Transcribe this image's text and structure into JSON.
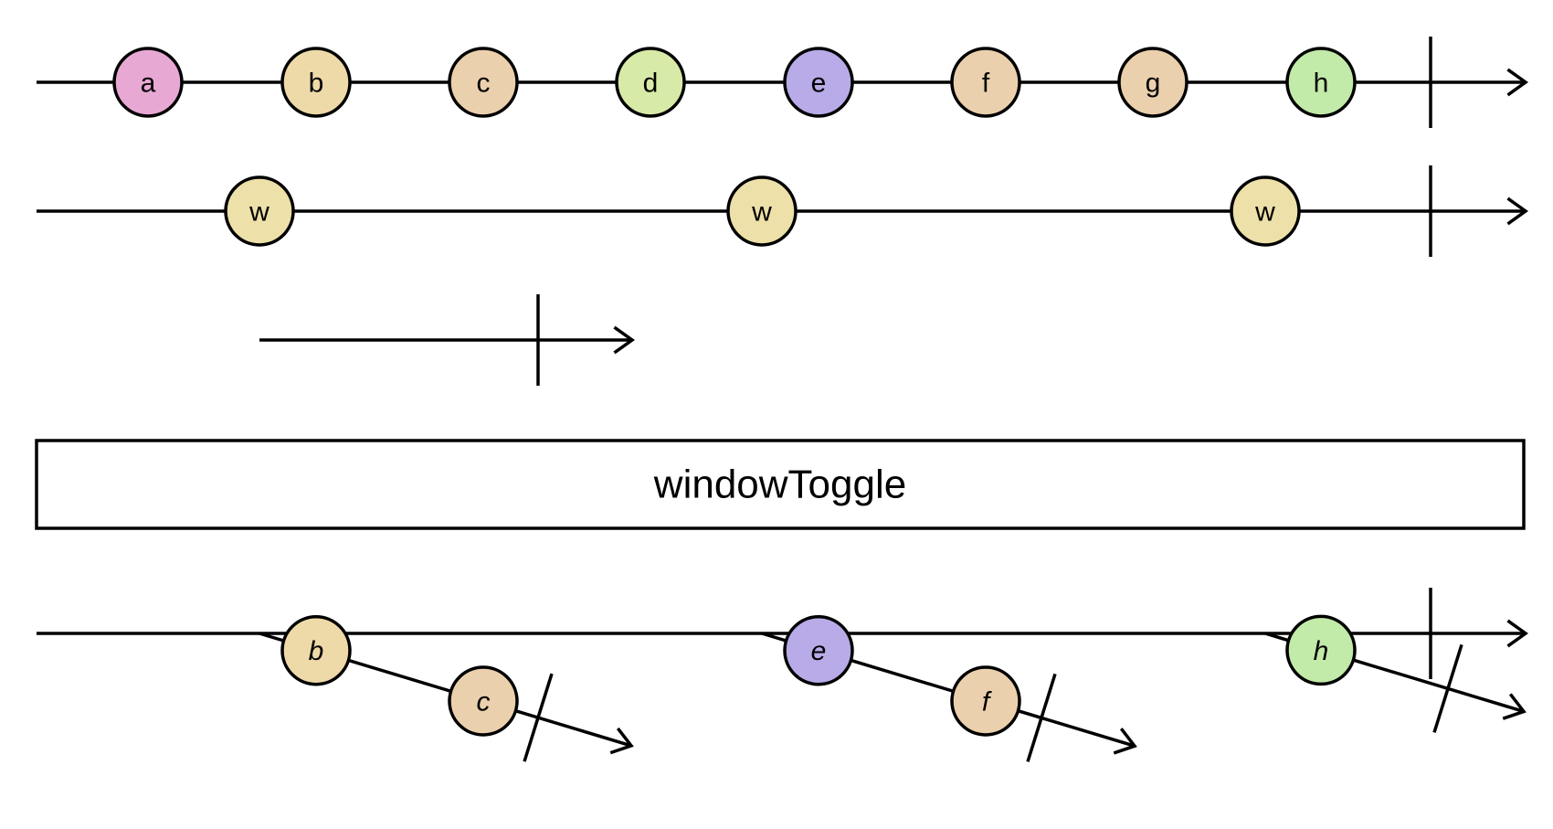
{
  "operator": {
    "label": "windowToggle"
  },
  "source": {
    "marbles": [
      {
        "label": "a",
        "color": "#e8a8d4"
      },
      {
        "label": "b",
        "color": "#eedaa8"
      },
      {
        "label": "c",
        "color": "#ebd0ad"
      },
      {
        "label": "d",
        "color": "#d8eaa8"
      },
      {
        "label": "e",
        "color": "#b8abe8"
      },
      {
        "label": "f",
        "color": "#ebd0ad"
      },
      {
        "label": "g",
        "color": "#ebd0ad"
      },
      {
        "label": "h",
        "color": "#c2eaa8"
      }
    ],
    "completes": true
  },
  "openings": {
    "marbles": [
      {
        "label": "w",
        "color": "#ede0a8"
      },
      {
        "label": "w",
        "color": "#ede0a8"
      },
      {
        "label": "w",
        "color": "#ede0a8"
      }
    ],
    "completes": true
  },
  "closing": {
    "completes": true
  },
  "output": {
    "windows": [
      {
        "marbles": [
          {
            "label": "b",
            "color": "#eedaa8"
          },
          {
            "label": "c",
            "color": "#ebd0ad"
          }
        ],
        "completes": true
      },
      {
        "marbles": [
          {
            "label": "e",
            "color": "#b8abe8"
          },
          {
            "label": "f",
            "color": "#ebd0ad"
          }
        ],
        "completes": true
      },
      {
        "marbles": [
          {
            "label": "h",
            "color": "#c2eaa8"
          }
        ],
        "completes": true
      }
    ],
    "completes": true
  }
}
